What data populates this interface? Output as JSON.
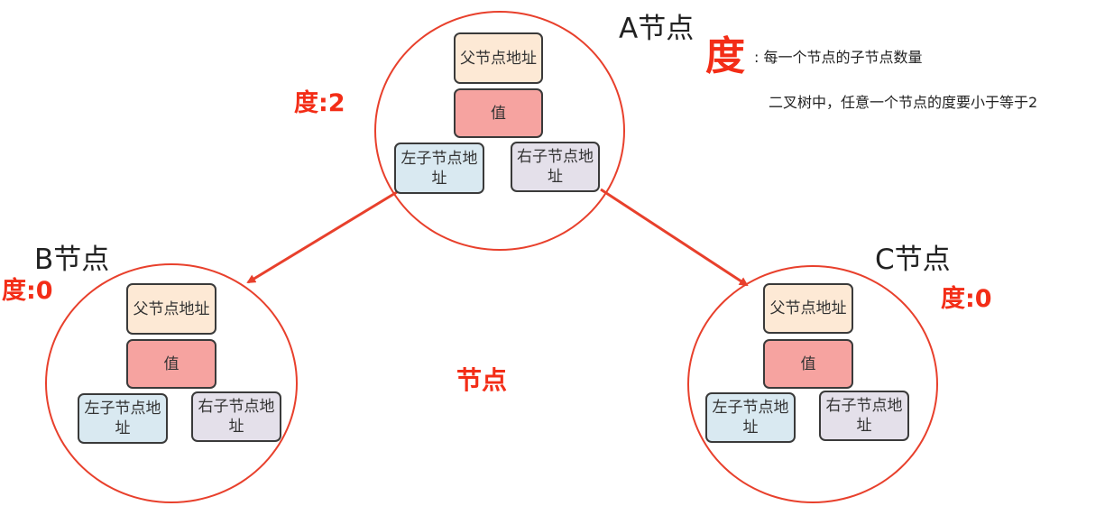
{
  "nodes": {
    "a": {
      "name": "A节点",
      "degree": "度:2",
      "parent": "父节点地址",
      "value": "值",
      "left": "左子节点地址",
      "right": "右子节点地址"
    },
    "b": {
      "name": "B节点",
      "degree": "度:0",
      "parent": "父节点地址",
      "value": "值",
      "left": "左子节点地址",
      "right": "右子节点地址"
    },
    "c": {
      "name": "C节点",
      "degree": "度:0",
      "parent": "父节点地址",
      "value": "值",
      "left": "左子节点地址",
      "right": "右子节点地址"
    }
  },
  "definition": {
    "term": "度",
    "line1": ": 每一个节点的子节点数量",
    "line2": "二叉树中，任意一个节点的度要小于等于2"
  },
  "center_label": "节点",
  "colors": {
    "accent": "#f32d17",
    "circle": "#e8402c",
    "parent_box": "#fde9d5",
    "value_box": "#f6a3a0",
    "left_box": "#d9e9f1",
    "right_box": "#e4e0ea"
  }
}
